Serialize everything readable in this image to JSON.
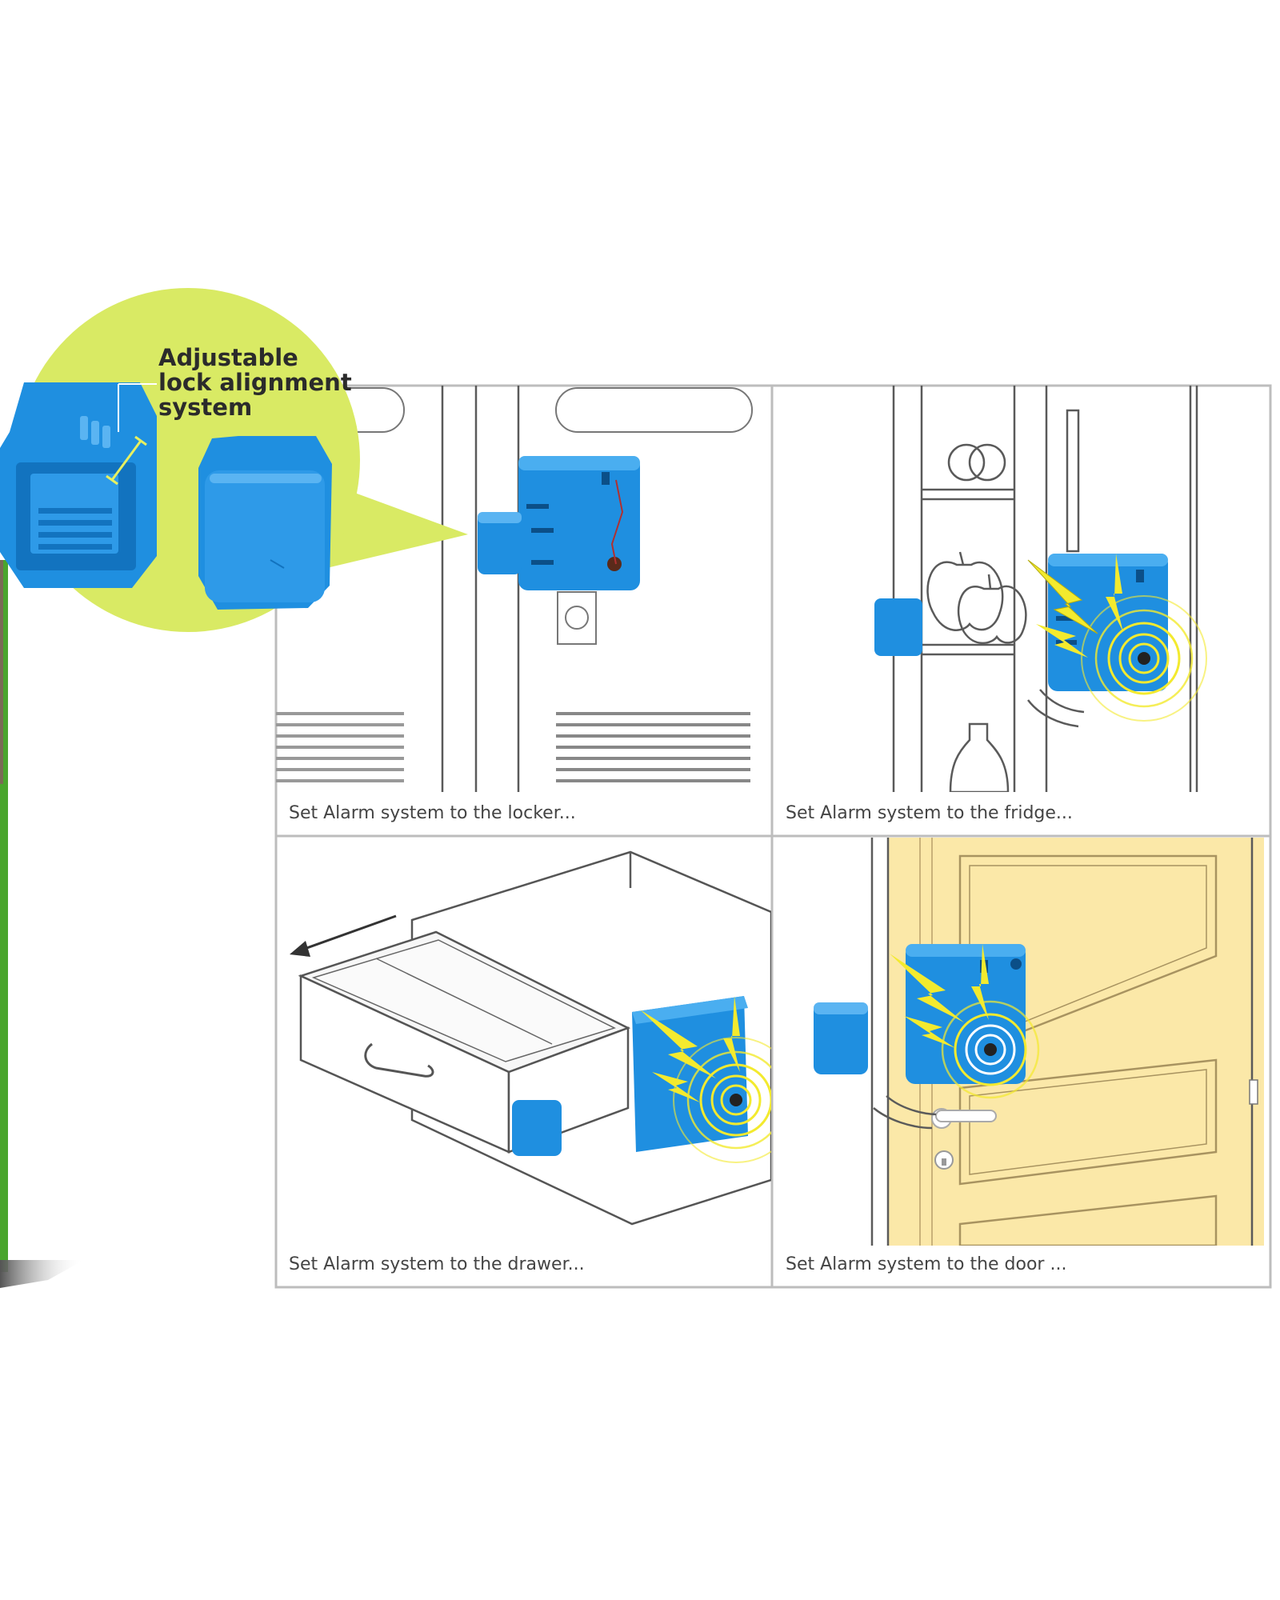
{
  "callout": {
    "label_lines": [
      "Adjustable",
      "lock alignment",
      "system"
    ],
    "bubble_color": "#d9ea64"
  },
  "colors": {
    "device_blue": "#1f8fe0",
    "device_dark": "#1273bf",
    "panel_border": "#bdbdbd",
    "door_fill": "#fbe8a8",
    "alarm_yellow": "#f3ea2e",
    "left_edge_green": "#4aa52d"
  },
  "panels": [
    {
      "id": "locker",
      "caption": "Set Alarm system to the locker...",
      "icon": "locker-scene"
    },
    {
      "id": "fridge",
      "caption": "Set Alarm system to the fridge...",
      "icon": "fridge-scene"
    },
    {
      "id": "drawer",
      "caption": "Set Alarm system to the drawer...",
      "icon": "drawer-scene"
    },
    {
      "id": "door",
      "caption": "Set Alarm system to the door ...",
      "icon": "door-scene"
    }
  ]
}
